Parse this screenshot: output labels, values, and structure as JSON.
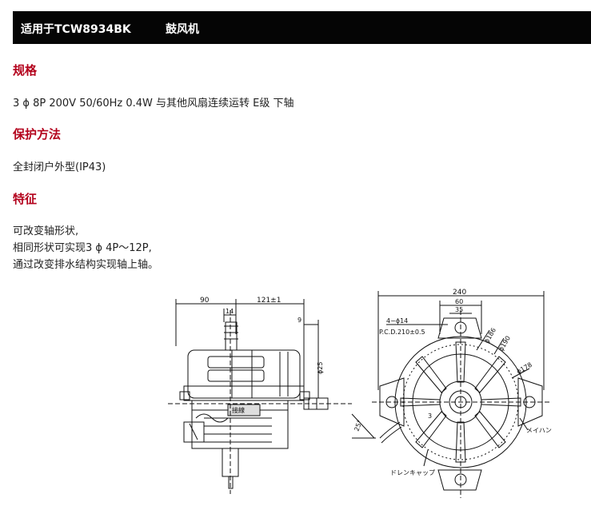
{
  "header": {
    "model": "适用于TCW8934BK",
    "type": "鼓风机"
  },
  "sections": [
    {
      "title": "规格",
      "lines": [
        "3 ϕ  8P 200V 50/60Hz 0.4W 与其他风扇连续运转 E级 下轴"
      ]
    },
    {
      "title": "保护方法",
      "lines": [
        "全封闭户外型(IP43)"
      ]
    },
    {
      "title": "特征",
      "lines": [
        "可改变轴形状,",
        "相同形状可实现3 ϕ 4P～12P,",
        "通过改变排水结构实现轴上轴。"
      ]
    }
  ],
  "drawing": {
    "side_dims": {
      "d90": "90",
      "d14": "14",
      "d121": "121±1",
      "d9": "9",
      "d25": "ϕ25",
      "angle": "25°"
    },
    "side_label": "接線",
    "front_dims": {
      "d240": "240",
      "d60": "60",
      "d35": "35",
      "holes": "4−ϕ14",
      "pcd": "P.C.D.210±0.5",
      "d186": "ϕ186",
      "d190": "ϕ190",
      "d178": "ϕ178"
    },
    "labels": {
      "main_label": "メイハン",
      "drain_cap": "ドレンキャップ",
      "marker": "3"
    },
    "accent_color": "#b3001b"
  }
}
